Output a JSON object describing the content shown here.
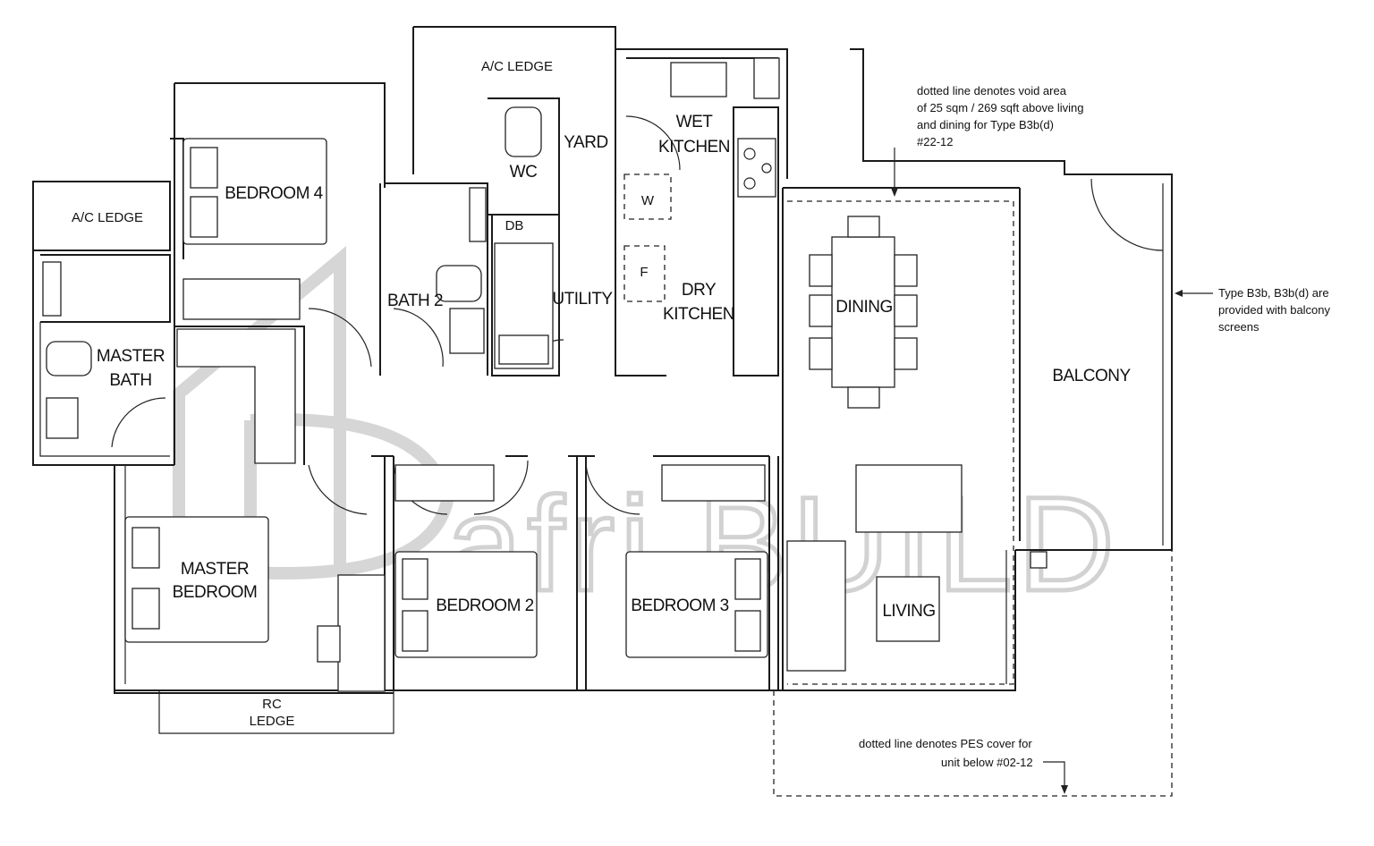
{
  "rooms": {
    "ac_ledge_top": "A/C LEDGE",
    "ac_ledge_left": "A/C LEDGE",
    "bedroom4": "BEDROOM 4",
    "wc": "WC",
    "yard": "YARD",
    "wet_kitchen_1": "WET",
    "wet_kitchen_2": "KITCHEN",
    "db": "DB",
    "bath2": "BATH 2",
    "utility": "UTILITY",
    "dry_kitchen_1": "DRY",
    "dry_kitchen_2": "KITCHEN",
    "dining": "DINING",
    "master_bath_1": "MASTER",
    "master_bath_2": "BATH",
    "balcony": "BALCONY",
    "master_bedroom_1": "MASTER",
    "master_bedroom_2": "BEDROOM",
    "bedroom2": "BEDROOM 2",
    "bedroom3": "BEDROOM 3",
    "living": "LIVING",
    "rc_ledge_1": "RC",
    "rc_ledge_2": "LEDGE",
    "washer": "W",
    "fridge": "F"
  },
  "notes": {
    "void_1": "dotted line denotes void area",
    "void_2": "of 25 sqm / 269 sqft above living",
    "void_3": "and dining for Type B3b(d)",
    "void_4": "#22-12",
    "screens_1": "Type B3b, B3b(d) are",
    "screens_2": "provided with balcony",
    "screens_3": "screens",
    "pes_1": "dotted line denotes PES cover for",
    "pes_2": "unit below #02-12"
  },
  "watermark": {
    "text": "afri.BUILD"
  }
}
